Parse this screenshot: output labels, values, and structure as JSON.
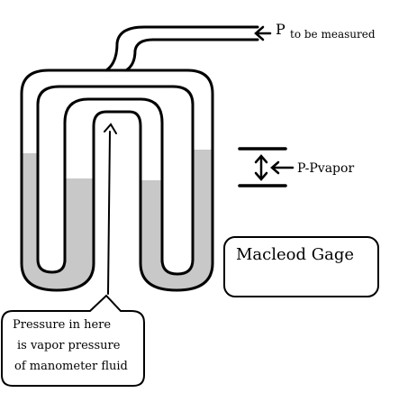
{
  "diagram": {
    "label_p": "P",
    "label_p_sub": "to be measured",
    "label_vapor": "P-Pvapor",
    "box_label": "Macleod Gage",
    "callout_lines": [
      "Pressure in here",
      "is vapor pressure",
      "of manometer fluid"
    ]
  },
  "colors": {
    "stroke": "#000000",
    "fluid": "#c8c8c8",
    "background": "#ffffff"
  }
}
